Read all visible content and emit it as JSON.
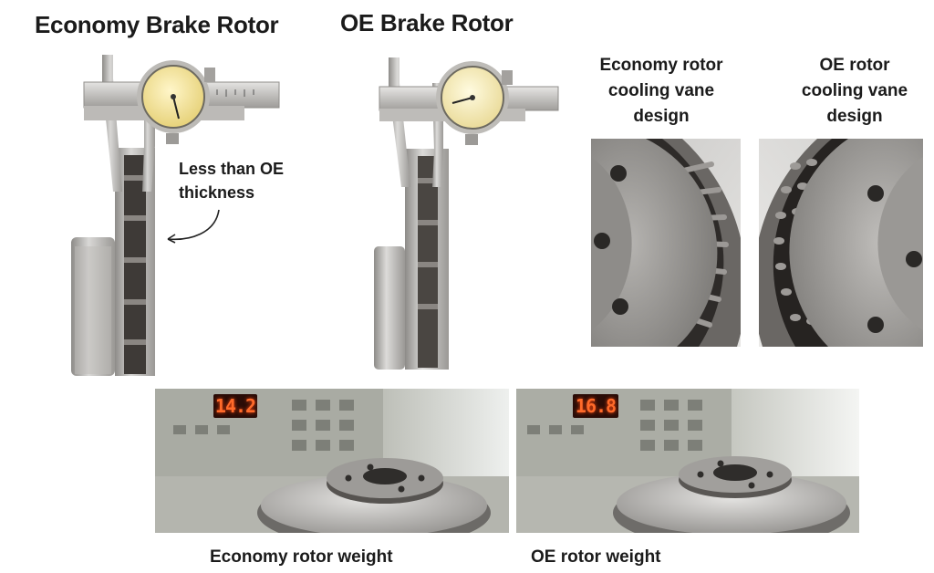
{
  "titles": {
    "economy": "Economy Brake Rotor",
    "oe": "OE Brake Rotor"
  },
  "annotation": {
    "line1": "Less than OE",
    "line2": "thickness"
  },
  "vane_labels": {
    "economy": [
      "Economy rotor",
      "cooling vane",
      "design"
    ],
    "oe": [
      "OE rotor",
      "cooling vane",
      "design"
    ]
  },
  "scale_readings": {
    "economy": "14.2",
    "oe": "16.8"
  },
  "captions": {
    "economy": "Economy rotor weight",
    "oe": "OE rotor weight"
  }
}
